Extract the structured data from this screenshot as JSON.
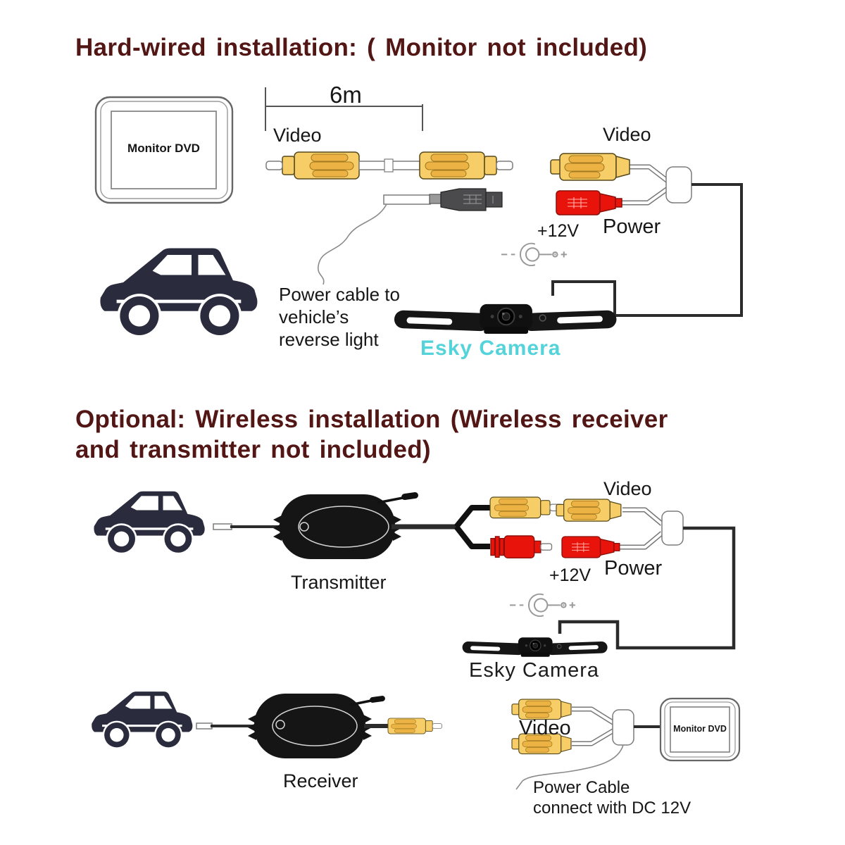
{
  "colors": {
    "title_maroon": "#521615",
    "brand_cyan": "#55d3da",
    "connector_yellow": "#f6cd67",
    "connector_yellow_grip": "#ecb244",
    "connector_red": "#e8140c",
    "car_body": "#2a2c3e",
    "device_black": "#151515",
    "line_gray": "#555555"
  },
  "section_hardwired": {
    "title": "Hard-wired installation:  ( Monitor not included)",
    "monitor_label": "Monitor DVD",
    "cable_length_label": "6m",
    "cable_video_label": "Video",
    "camera_video_label": "Video",
    "camera_power_label": "Power",
    "voltage_label": "+12V",
    "reverse_light_note": [
      "Power cable to",
      "vehicle’s",
      "reverse light"
    ],
    "camera_brand_label": "Esky Camera"
  },
  "section_wireless": {
    "title_line1": "Optional: Wireless installation (Wireless receiver",
    "title_line2": "and transmitter not included)",
    "transmitter_label": "Transmitter",
    "camera_video_label": "Video",
    "camera_power_label": "Power",
    "voltage_label": "+12V",
    "camera_brand_label": "Esky Camera",
    "receiver_label": "Receiver",
    "monitor_video_label": "Video",
    "monitor_label": "Monitor DVD",
    "power_cable_note": [
      "Power Cable",
      "connect with DC 12V"
    ]
  }
}
